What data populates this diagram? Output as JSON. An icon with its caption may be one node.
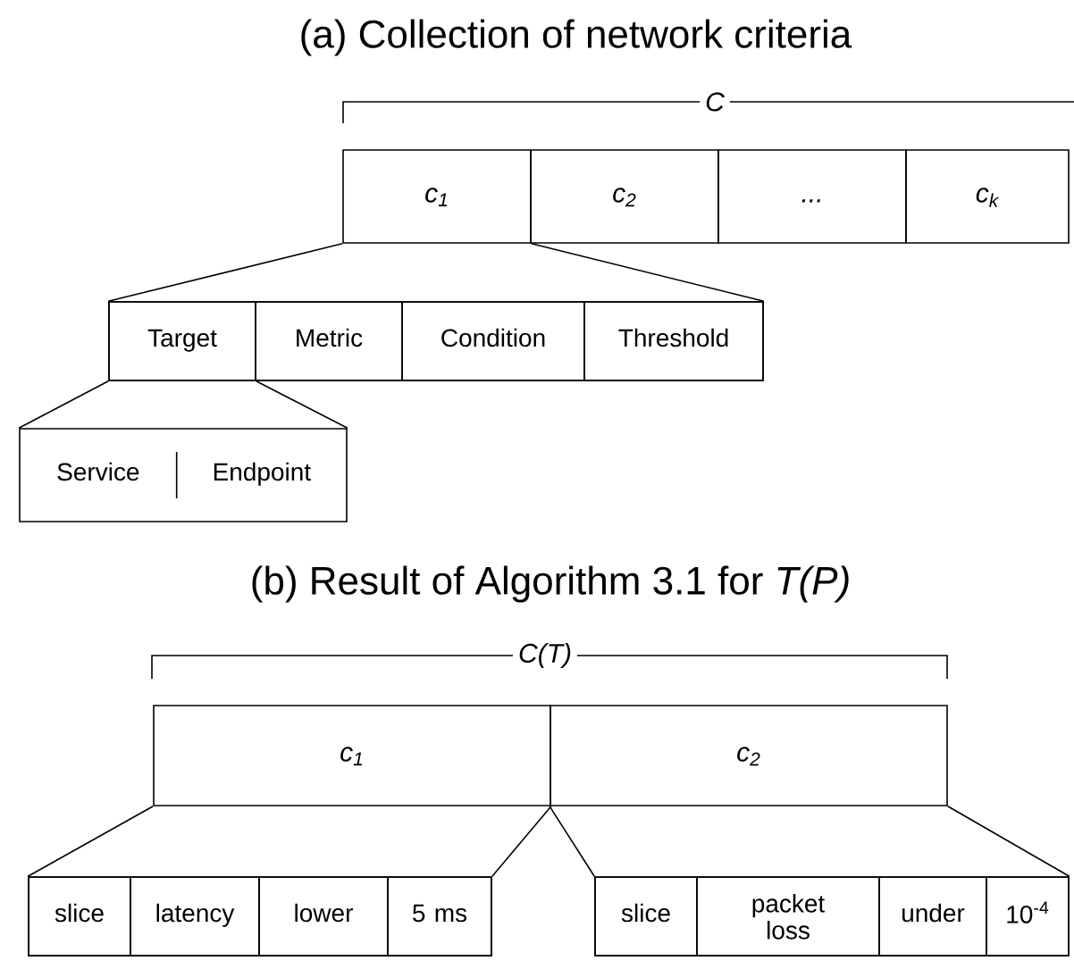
{
  "diagram": {
    "nodes": [
      {
        "text": [
          "c$_{1}$"
        ]
      },
      {
        "text": [
          "c$_{2}$"
        ]
      },
      {
        "text": [
          "..."
        ]
      },
      {
        "text": [
          "c$_{k}$"
        ]
      },
      {
        "text": [],
        "shape": "box"
      },
      {
        "text": [
          "Target"
        ],
        "in": 4
      },
      {
        "text": [
          "Metric"
        ],
        "in": 4
      },
      {
        "text": [
          "Condition"
        ],
        "in": 4
      },
      {
        "text": [
          "Threshold"
        ],
        "in": 4
      },
      {
        "text": [
          "Service",
          "Endpoint"
        ]
      },
      {
        "text": [
          "c$_{1}$"
        ]
      },
      {
        "text": [
          "c$_{2}$"
        ]
      },
      {
        "text": [],
        "shape": "box"
      },
      {
        "text": [
          "slice"
        ],
        "in": 12
      },
      {
        "text": [
          "latency"
        ],
        "in": 12
      },
      {
        "text": [
          "lower"
        ],
        "in": 12
      },
      {
        "text": [
          "5 ms"
        ],
        "in": 12
      },
      {
        "text": [],
        "shape": "box"
      },
      {
        "text": [
          "slice"
        ],
        "in": 17
      },
      {
        "text": [
          "packet loss"
        ],
        "in": 17
      },
      {
        "text": [
          "under"
        ],
        "in": 17
      },
      {
        "text": [
          "10$^{-4}$"
        ],
        "in": 17
      }
    ],
    "edges": [
      {
        "from": 0,
        "to": 4,
        "arrow": "none"
      },
      {
        "from": 0,
        "to": 4,
        "arrow": "none"
      },
      {
        "from": 5,
        "to": 9,
        "arrow": "none"
      },
      {
        "from": 5,
        "to": 9,
        "arrow": "none"
      },
      {
        "from": 10,
        "to": 12,
        "arrow": "none"
      },
      {
        "from": 10,
        "to": 12,
        "arrow": "none"
      },
      {
        "from": 11,
        "to": 17,
        "arrow": "none"
      },
      {
        "from": 11,
        "to": 17,
        "arrow": "none"
      }
    ],
    "labels": [
      "(a) Collection of network criteria",
      "C",
      "(b) Result of Algorithm 3.1 for *T(P)*",
      "C(T)"
    ]
  }
}
